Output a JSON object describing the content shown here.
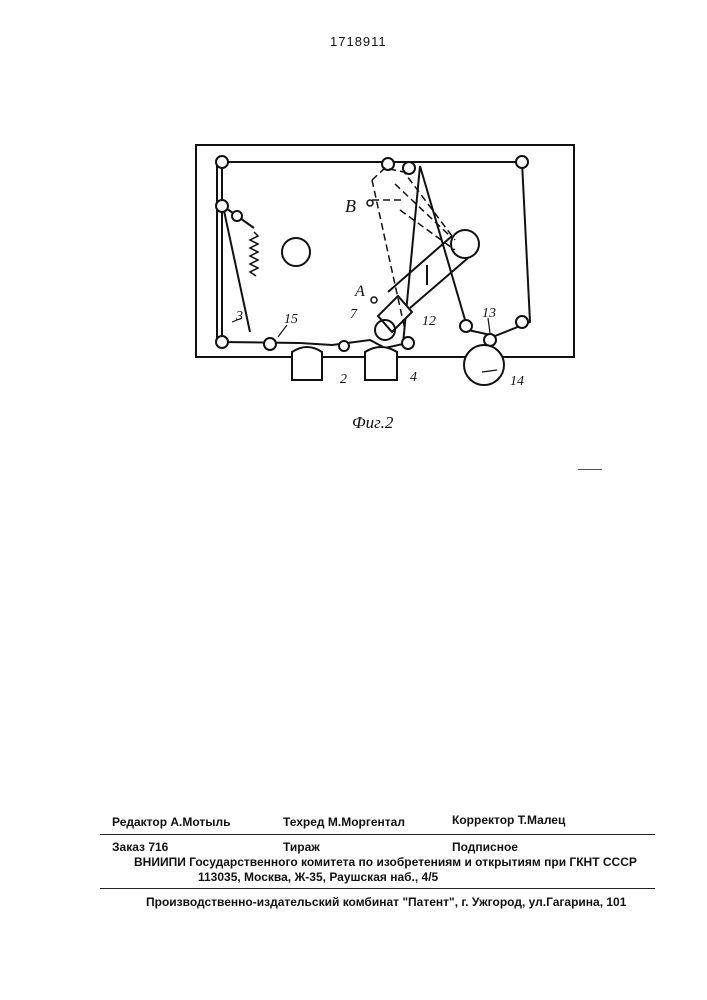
{
  "header": {
    "patent_number": "1718911"
  },
  "figure": {
    "caption": "Фиг.2",
    "labels": {
      "l3": "3",
      "l15": "15",
      "l2": "2",
      "l4": "4",
      "l7": "7",
      "l12": "12",
      "l13": "13",
      "l14": "14",
      "lA": "A",
      "lB": "B"
    }
  },
  "footer": {
    "editor": "Редактор А.Мотыль",
    "techred": "Техред М.Моргентал",
    "corrector": "Корректор Т.Малец",
    "order": "Заказ 716",
    "circulation": "Тираж",
    "subscription": "Подписное",
    "institute": "ВНИИПИ Государственного комитета по изобретениям и открытиям при ГКНТ СССР",
    "address": "113035, Москва, Ж-35, Раушская наб., 4/5",
    "publisher": "Производственно-издательский комбинат \"Патент\", г. Ужгород, ул.Гагарина, 101"
  }
}
